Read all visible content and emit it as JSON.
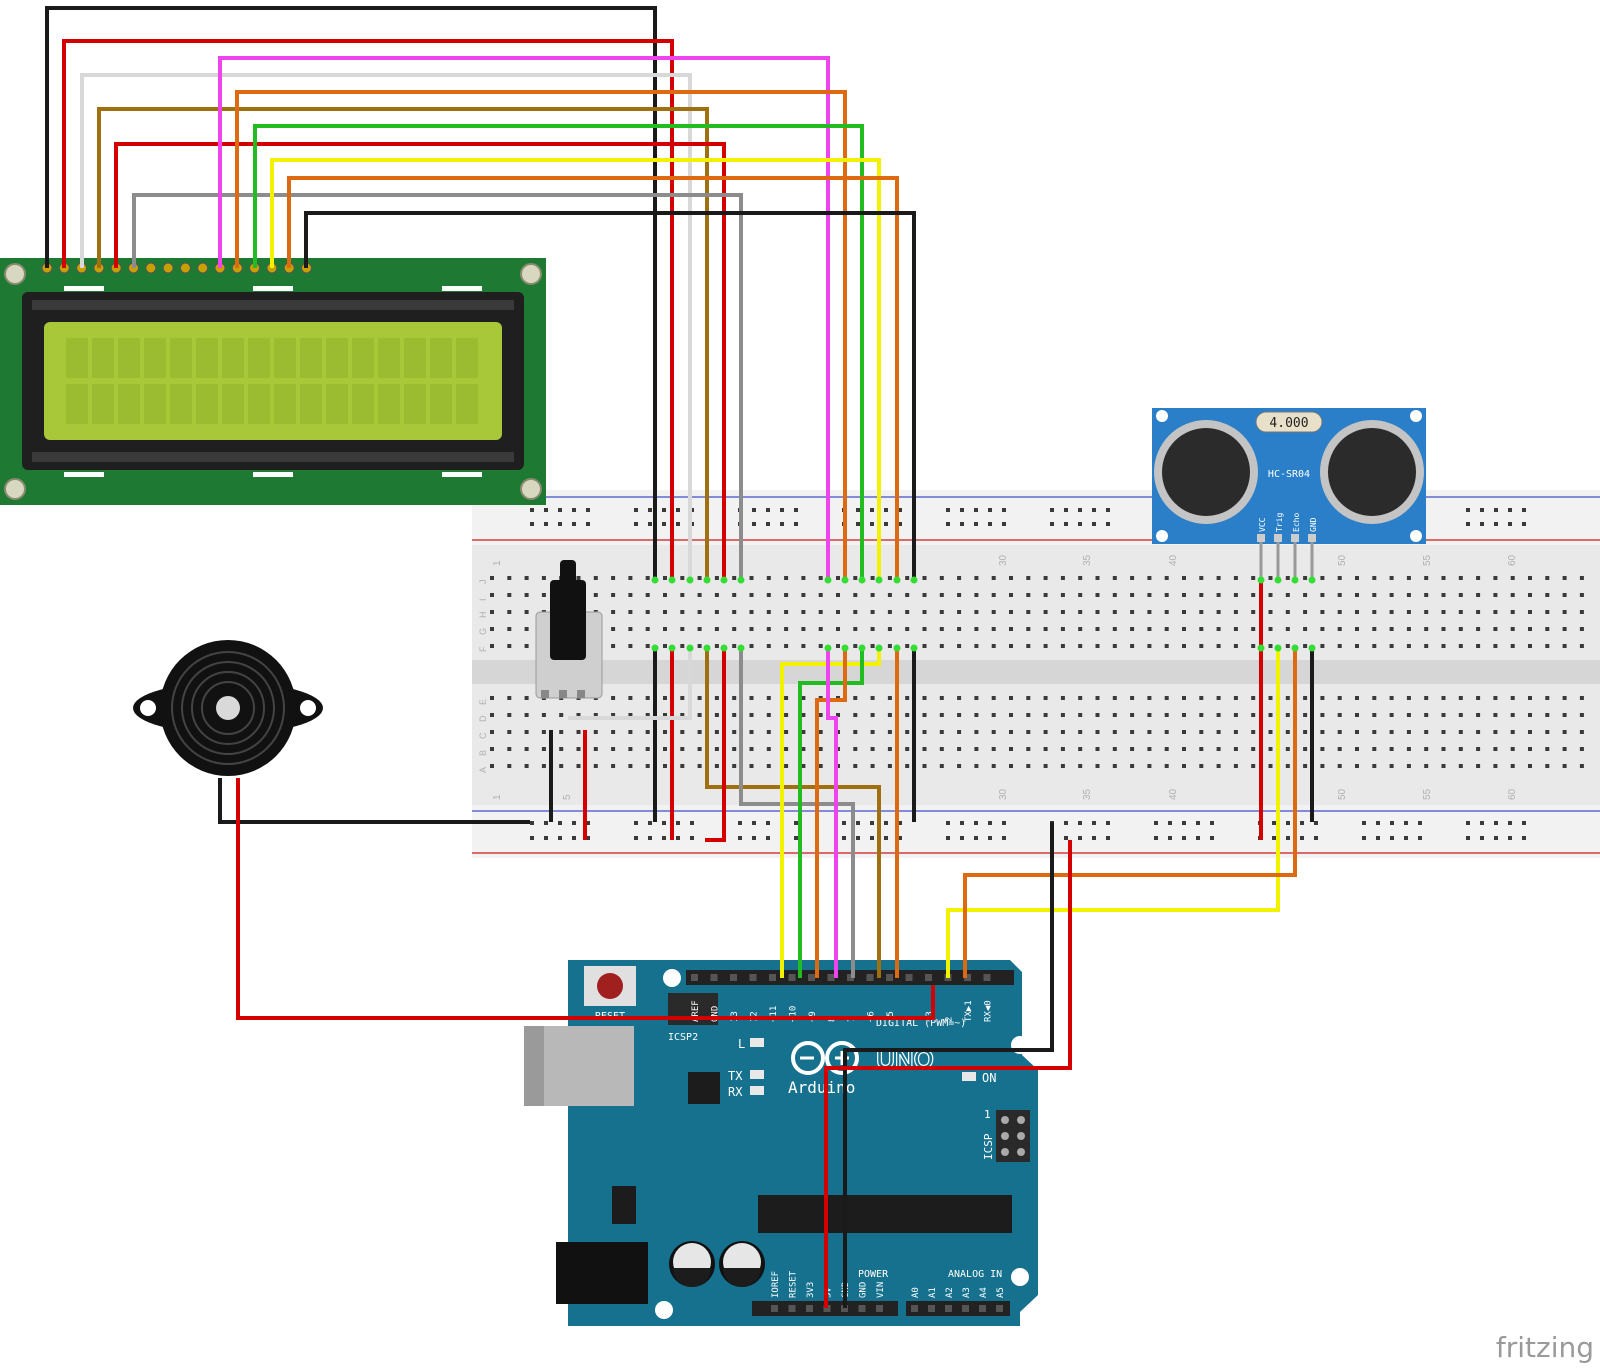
{
  "app": {
    "watermark": "fritzing"
  },
  "lcd": {
    "pin_count": 16
  },
  "ultrasonic": {
    "model": "HC-SR04",
    "crystal": "4.000",
    "pins": [
      "VCC",
      "Trig",
      "Echo",
      "GND"
    ]
  },
  "breadboard": {
    "col_numbers": [
      "1",
      "5",
      "30",
      "35",
      "40",
      "50",
      "55",
      "60"
    ],
    "row_letters_top": [
      "J",
      "I",
      "H",
      "G",
      "F"
    ],
    "row_letters_bottom": [
      "E",
      "D",
      "C",
      "B",
      "A"
    ]
  },
  "arduino": {
    "brand": "Arduino",
    "model": "UNO",
    "reset_label": "RESET",
    "icsp2_label": "ICSP2",
    "icsp_label": "ICSP",
    "icsp_pin1": "1",
    "led_l": "L",
    "led_tx": "TX",
    "led_rx": "RX",
    "led_on": "ON",
    "digital_label": "DIGITAL (PWM=~)",
    "digital_pins": [
      "AREF",
      "GND",
      "13",
      "12",
      "~11",
      "~10",
      "~9",
      "8",
      "7",
      "~6",
      "~5",
      "4",
      "~3",
      "2",
      "TX▶1",
      "RX◀0"
    ],
    "power_label": "POWER",
    "power_pins": [
      "IOREF",
      "RESET",
      "3V3",
      "5V",
      "GND",
      "GND",
      "VIN"
    ],
    "analog_label": "ANALOG IN",
    "analog_pins": [
      "A0",
      "A1",
      "A2",
      "A3",
      "A4",
      "A5"
    ]
  },
  "colors": {
    "wire_black": "#1a1a1a",
    "wire_red": "#d40000",
    "wire_white": "#d8d8d8",
    "wire_brown": "#a07010",
    "wire_magenta": "#ee44ee",
    "wire_orange": "#dd6a10",
    "wire_green": "#22bb22",
    "wire_yellow": "#f2f200",
    "wire_gray": "#8c8c8c",
    "lcd_board": "#1e7a32",
    "lcd_screen": "#a8c83a",
    "arduino_board": "#16718e",
    "sensor_board": "#2a7fc8"
  }
}
